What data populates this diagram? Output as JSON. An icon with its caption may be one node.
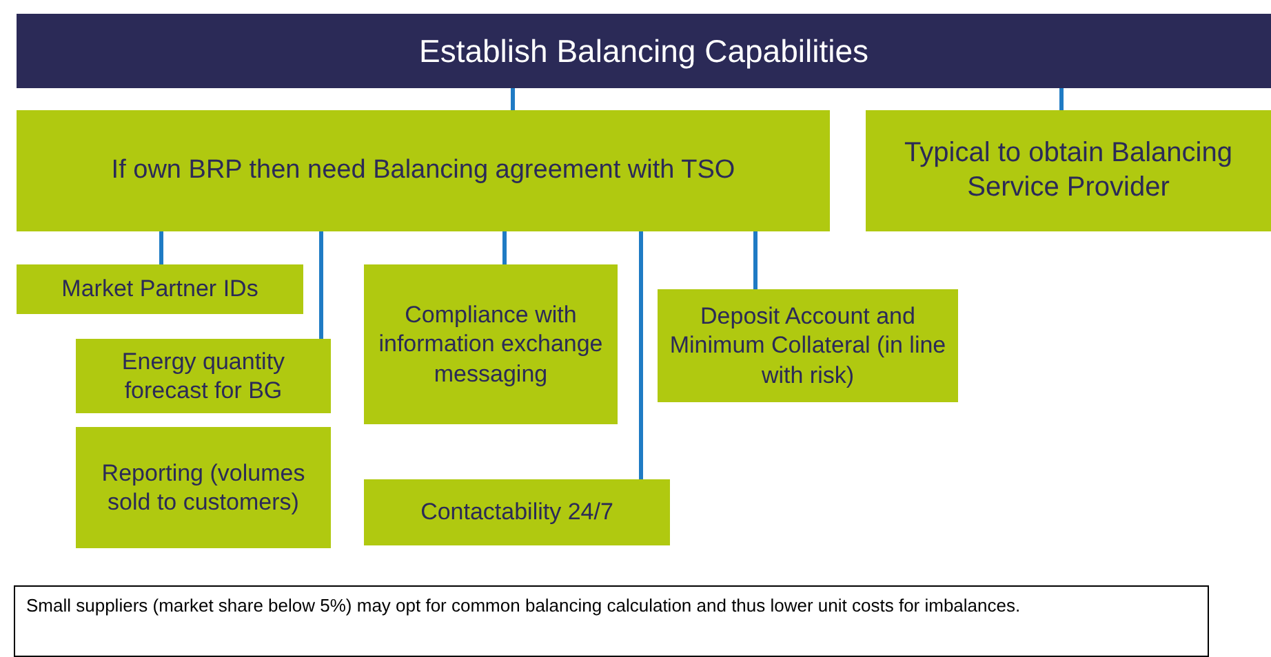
{
  "diagram": {
    "nodes": [
      {
        "text": [
          "Establish Balancing Capabilities"
        ]
      },
      {
        "text": [
          "If own BRP then need Balancing agreement with TSO"
        ]
      },
      {
        "text": [
          "Typical to obtain Balancing Service Provider"
        ]
      },
      {
        "text": [
          "Market Partner IDs"
        ]
      },
      {
        "text": [
          "Energy quantity forecast for BG"
        ]
      },
      {
        "text": [
          "Reporting (volumes sold to customers)"
        ]
      },
      {
        "text": [
          "Compliance with information exchange messaging"
        ]
      },
      {
        "text": [
          "Contactability 24/7"
        ]
      },
      {
        "text": [
          "Deposit Account and Minimum Collateral (in line with risk)"
        ]
      },
      {
        "text": [
          "Small suppliers (market share below 5%) may opt for common balancing calculation and thus lower unit costs for imbalances."
        ]
      }
    ],
    "edges": [
      {
        "from": 0,
        "to": 1,
        "arrow": "none"
      },
      {
        "from": 0,
        "to": 2,
        "arrow": "none"
      },
      {
        "from": 1,
        "to": 3,
        "arrow": "none"
      },
      {
        "from": 1,
        "to": 4,
        "arrow": "none"
      },
      {
        "from": 1,
        "to": 6,
        "arrow": "none"
      },
      {
        "from": 1,
        "to": 7,
        "arrow": "none"
      },
      {
        "from": 1,
        "to": 8,
        "arrow": "none"
      }
    ]
  }
}
